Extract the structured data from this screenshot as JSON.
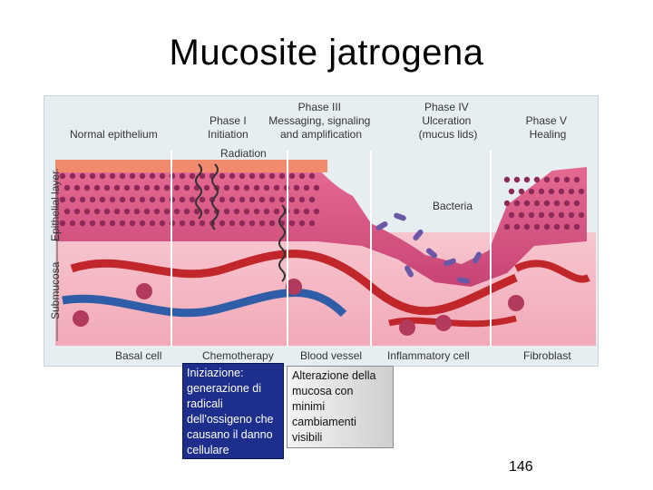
{
  "slide": {
    "title": "Mucosite jatrogena",
    "page_number": "146"
  },
  "figure": {
    "phase_labels": [
      {
        "key": "normal",
        "lines": [
          "Normal epithelium"
        ]
      },
      {
        "key": "phase1",
        "lines": [
          "Phase I",
          "Initiation"
        ]
      },
      {
        "key": "phase3",
        "lines": [
          "Phase III",
          "Messaging, signaling",
          "and amplification"
        ]
      },
      {
        "key": "phase4",
        "lines": [
          "Phase IV",
          "Ulceration",
          "(mucus lids)"
        ]
      },
      {
        "key": "phase5",
        "lines": [
          "Phase V",
          "Healing"
        ]
      }
    ],
    "radiation_label": "Radiation",
    "bacteria_label": "Bacteria",
    "layer_labels": {
      "epithelial": "Epithelial layer",
      "submucosa": "Submucosa"
    },
    "bottom_labels": [
      "Basal cell",
      "Chemotherapy",
      "Blood vessel",
      "Inflammatory cell",
      "Fibroblast"
    ]
  },
  "callouts": {
    "phase1_text": "Iniziazione: generazione di radicali dell'ossigeno che causano il danno cellulare",
    "phase2_text": "Alterazione della mucosa con minimi cambiamenti visibili"
  },
  "colors": {
    "callout_blue": "#1d2e8c",
    "epithelium": "#d9537e",
    "submucosa": "#f4b9c4",
    "vessel_red": "#c0262a",
    "vessel_blue": "#2f5da8"
  }
}
